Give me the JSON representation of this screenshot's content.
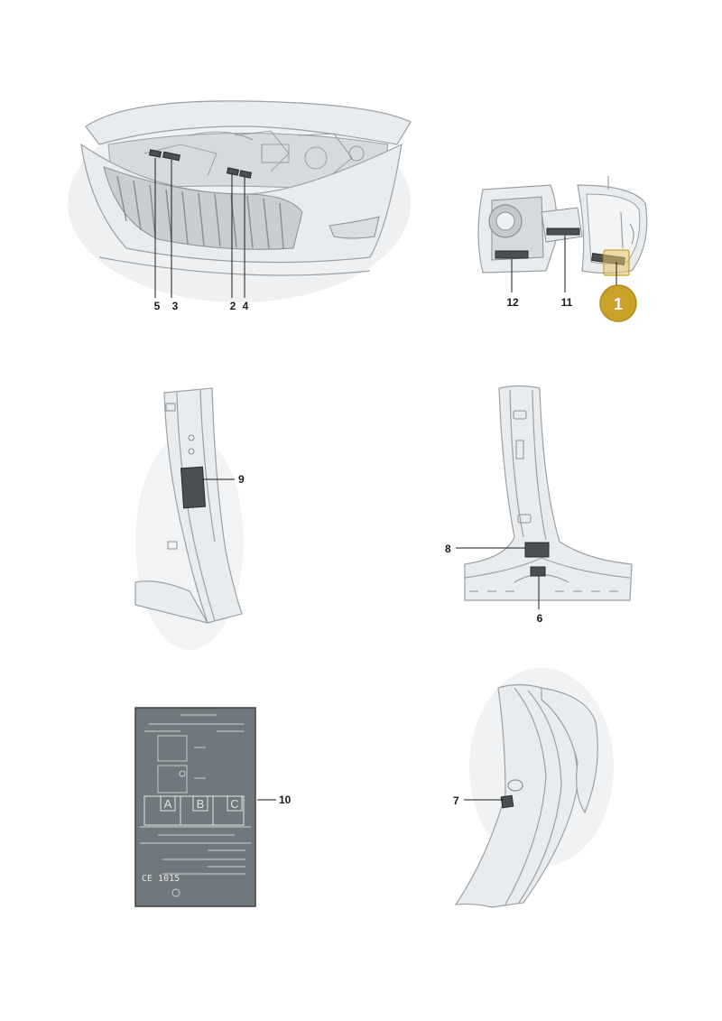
{
  "callouts": {
    "engine": [
      "5",
      "3",
      "2",
      "4"
    ],
    "fuel": [
      "12",
      "11"
    ],
    "badge": "1",
    "pillar_left": "9",
    "pillar_right": [
      "8",
      "6"
    ],
    "label_sheet": "10",
    "rear_pillar": "7"
  },
  "label_sheet": {
    "boxes": [
      "A",
      "B",
      "C"
    ],
    "ce_mark": "CE 1015"
  },
  "colors": {
    "badge_fill": "#c9a227",
    "badge_highlight": "#e7c56a",
    "sticker": "#4a4f53",
    "label_bg": "#6f787d",
    "line": "#9aa0a4"
  }
}
